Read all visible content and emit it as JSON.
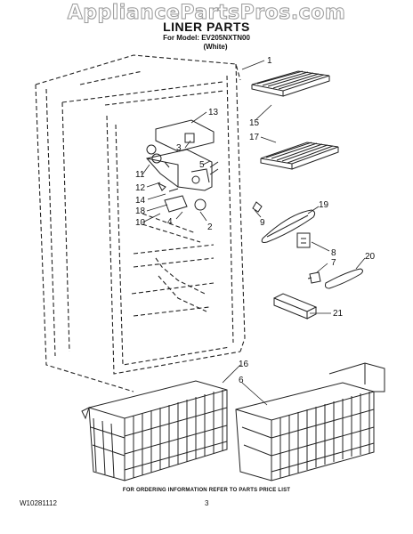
{
  "header": {
    "watermark": "AppliancePartsPros.com",
    "title": "LINER PARTS",
    "model": "For Model: EV205NXTN00",
    "color": "(White)"
  },
  "callouts": [
    "1",
    "13",
    "3",
    "15",
    "5",
    "17",
    "11",
    "12",
    "14",
    "18",
    "10",
    "4",
    "2",
    "9",
    "19",
    "8",
    "7",
    "20",
    "21",
    "16",
    "6"
  ],
  "footer": {
    "note": "FOR ORDERING INFORMATION REFER TO PARTS PRICE LIST",
    "doc_number": "W10281112",
    "page": "3"
  }
}
